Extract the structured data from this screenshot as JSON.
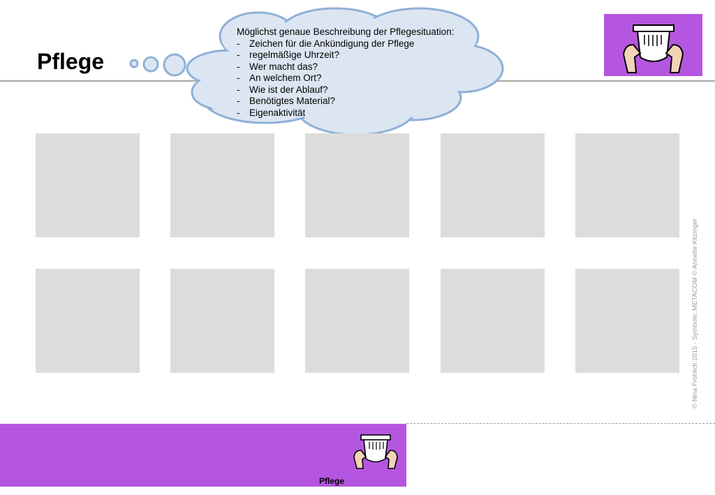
{
  "page": {
    "title": "Pflege"
  },
  "thought_bubble": {
    "heading": "Möglichst genaue Beschreibung der Pflegesituation:",
    "items": [
      "Zeichen für die Ankündigung der Pflege",
      "regelmäßige Uhrzeit?",
      "Wer macht das?",
      "An welchem Ort?",
      "Wie ist der Ablauf?",
      "Benötigtes Material?",
      "Eigenaktivität"
    ]
  },
  "symbol": {
    "icon": "diaper-hands-icon",
    "label": "Pflege"
  },
  "grid": {
    "rows": 2,
    "columns": 5
  },
  "credit": "© Nina Fröhlich 2015 · Symbole: METACOM © Annette Kitzinger",
  "colors": {
    "accent": "#b556e0",
    "slot": "#dcdcdc",
    "bubble_fill": "#dce6f2",
    "bubble_stroke": "#8fb0d6"
  }
}
